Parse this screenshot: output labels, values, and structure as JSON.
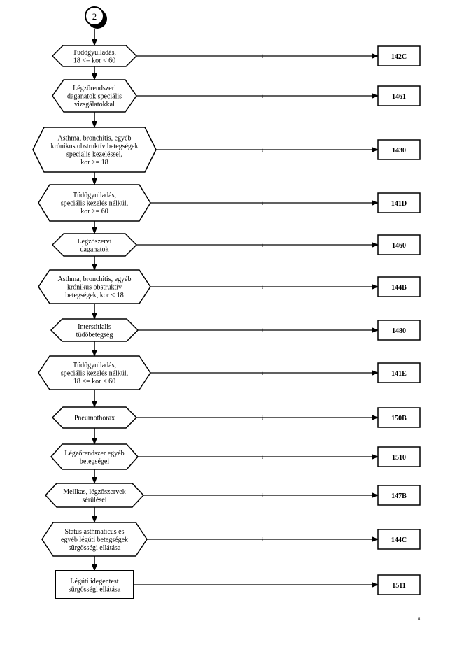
{
  "connector": {
    "label": "2"
  },
  "branch_label": "i",
  "decisions": [
    {
      "lines": [
        "Tüdőgyulladás,",
        "18 <= kor < 60"
      ],
      "code": "142C"
    },
    {
      "lines": [
        "Légzőrendszeri",
        "daganatok speciális",
        "vizsgálatokkal"
      ],
      "code": "1461"
    },
    {
      "lines": [
        "Asthma, bronchitis, egyéb",
        "krónikus obstruktív betegségek",
        "speciális kezeléssel,",
        "kor >= 18"
      ],
      "code": "1430"
    },
    {
      "lines": [
        "Tüdőgyulladás,",
        "speciális kezelés nélkül,",
        "kor >= 60"
      ],
      "code": "141D"
    },
    {
      "lines": [
        "Légzőszervi",
        "daganatok"
      ],
      "code": "1460"
    },
    {
      "lines": [
        "Asthma, bronchitis, egyéb",
        "krónikus obstruktív",
        "betegségek, kor < 18"
      ],
      "code": "144B"
    },
    {
      "lines": [
        "Interstitialis",
        "tüdőbetegség"
      ],
      "code": "1480"
    },
    {
      "lines": [
        "Tüdőgyulladás,",
        "speciális kezelés nélkül,",
        "18 <= kor < 60"
      ],
      "code": "141E"
    },
    {
      "lines": [
        "Pneumothorax"
      ],
      "code": "150B"
    },
    {
      "lines": [
        "Légzőrendszer egyéb",
        "betegségei"
      ],
      "code": "1510"
    },
    {
      "lines": [
        "Mellkas, légzőszervek",
        "sérülései"
      ],
      "code": "147B"
    },
    {
      "lines": [
        "Status asthmaticus és",
        "egyéb légúti betegségek",
        "sürgősségi ellátása"
      ],
      "code": "144C"
    }
  ],
  "final": {
    "lines": [
      "Légúti idegentest",
      "sürgősségi ellátása"
    ],
    "code": "1511"
  },
  "footnote": "n"
}
